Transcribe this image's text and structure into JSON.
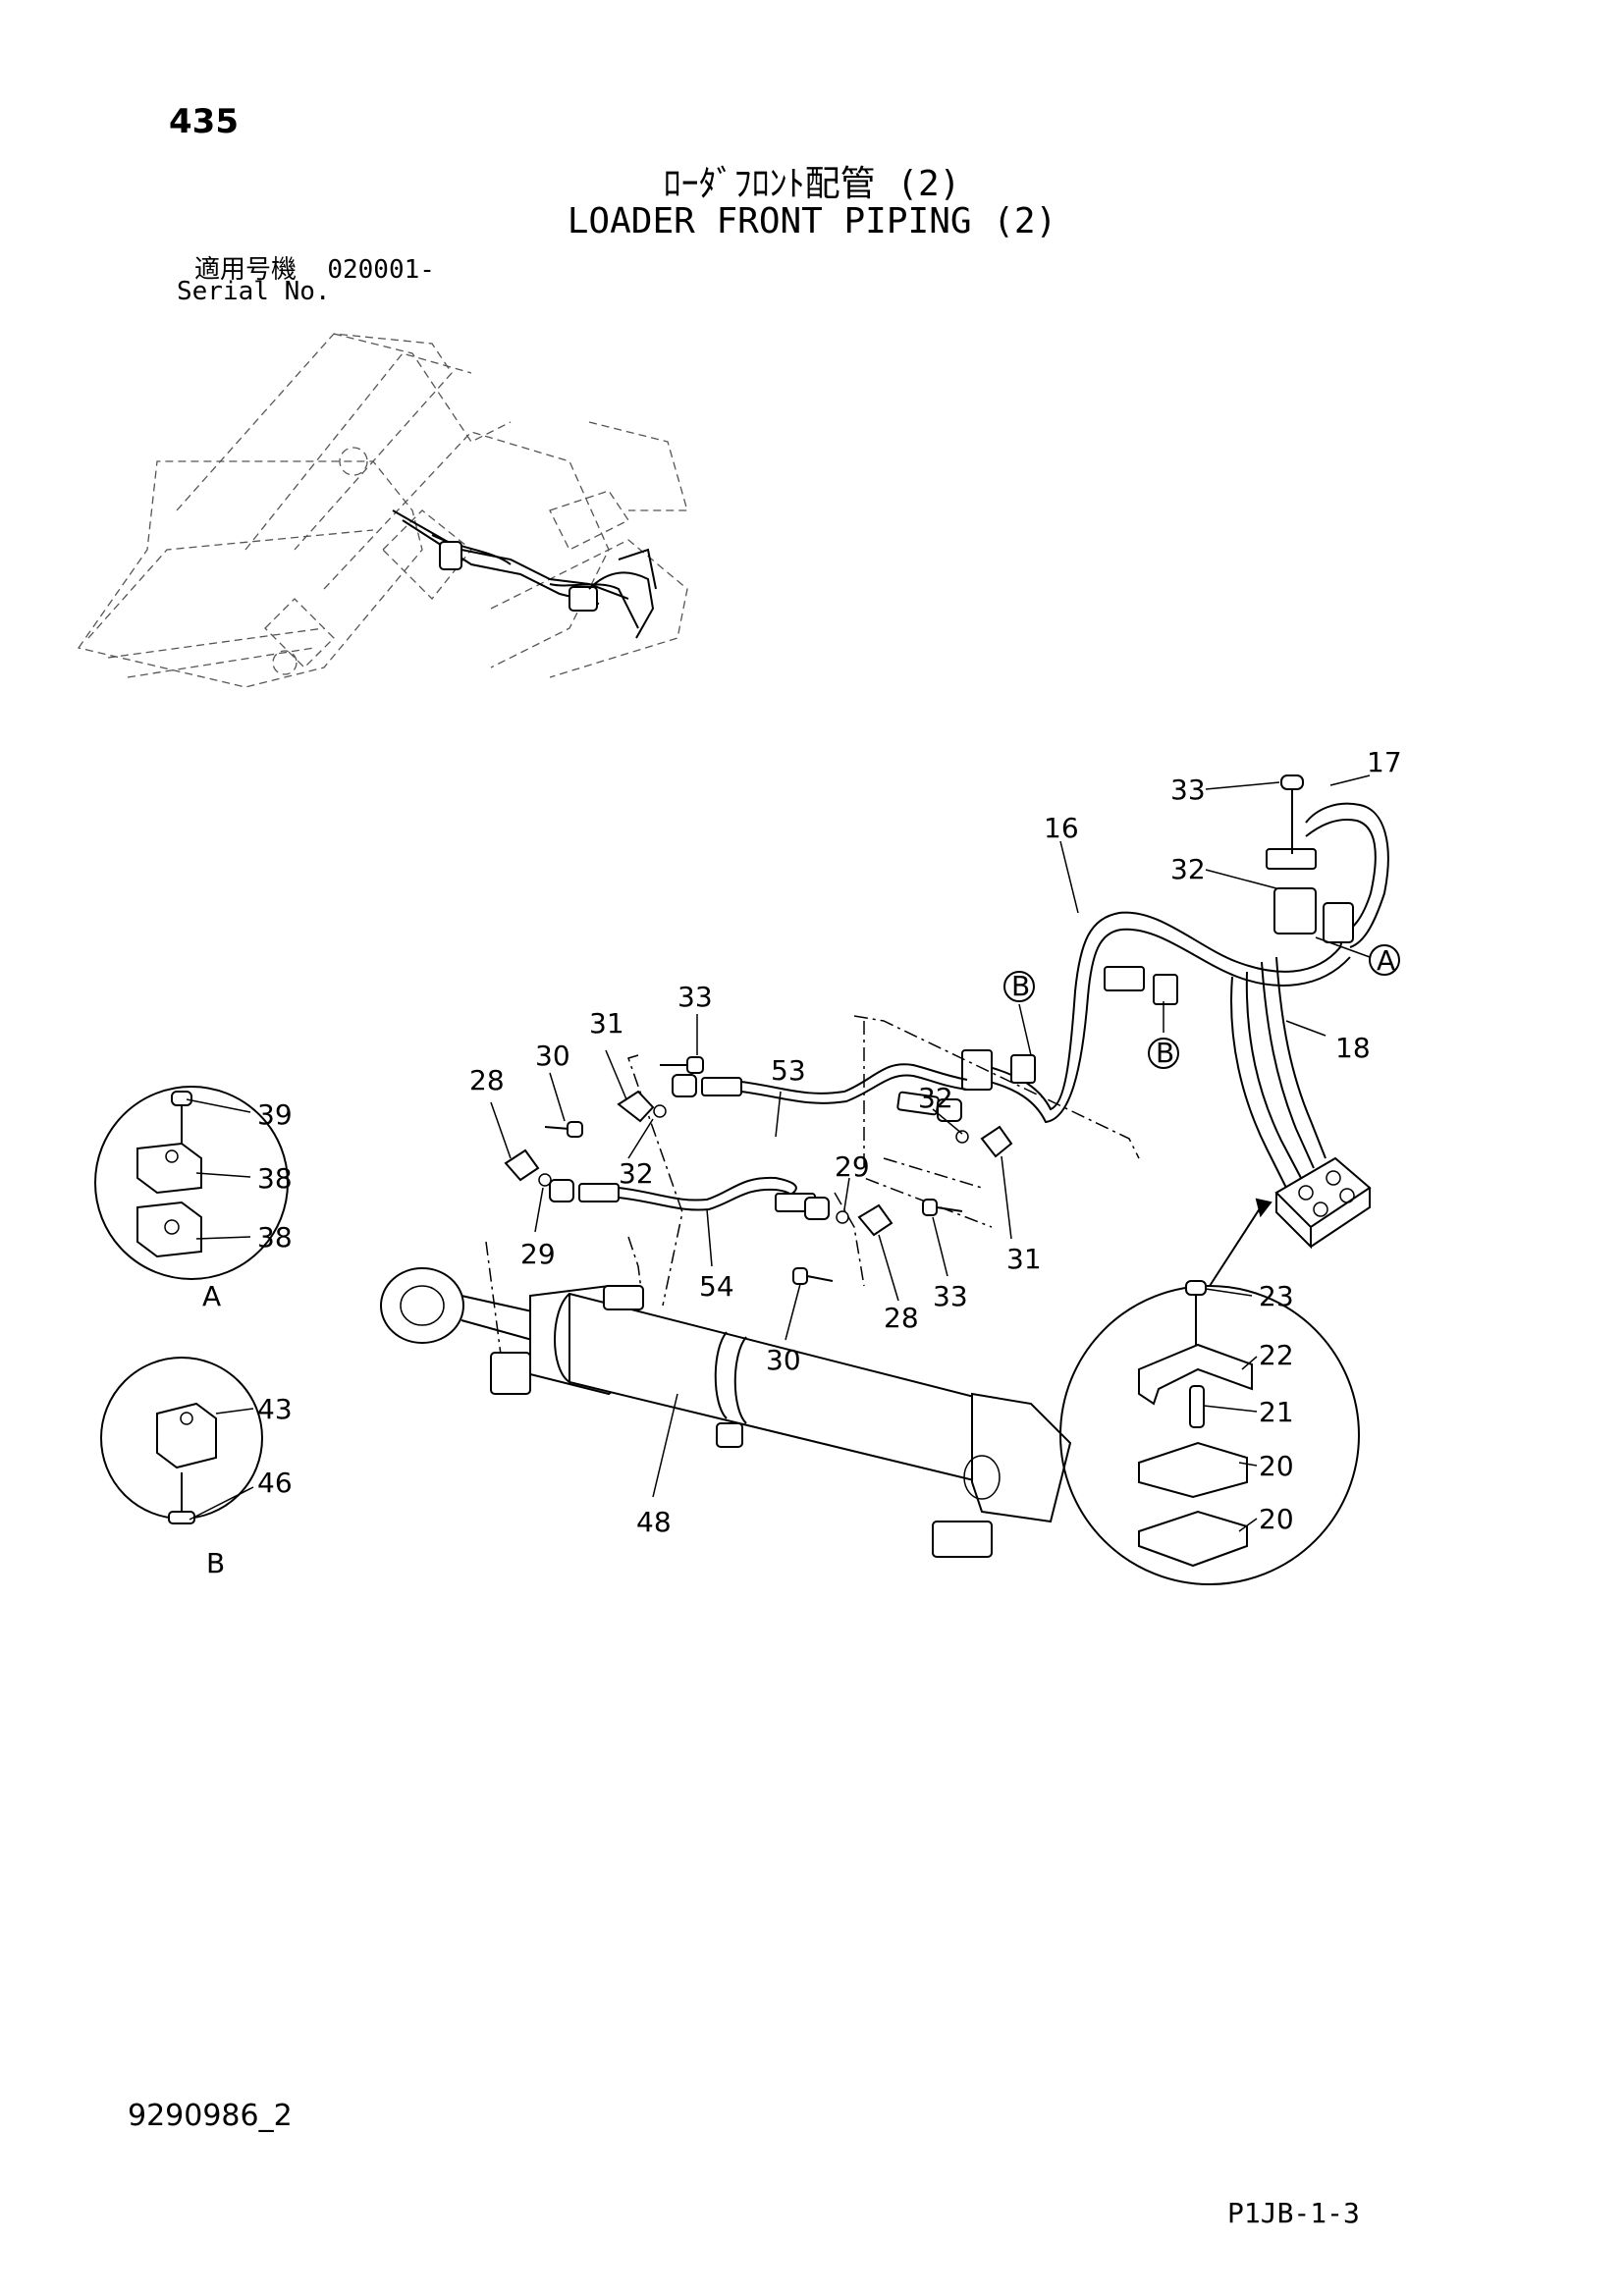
{
  "header": {
    "page_number": "435",
    "title_jp": "ﾛｰﾀﾞﾌﾛﾝﾄ配管 (2)",
    "title_en": "LOADER FRONT PIPING (2)",
    "serial_label_jp": "適用号機",
    "serial_value": "020001-",
    "serial_label_en": "Serial No."
  },
  "footer": {
    "doc_number": "9290986_2",
    "page_code": "P1JB-1-3"
  },
  "callouts": {
    "c17": "17",
    "c33_top": "33",
    "c16": "16",
    "c32_top": "32",
    "cA_main": "A",
    "cB_1": "B",
    "cB_2": "B",
    "c18": "18",
    "c33_mid": "33",
    "c31_left": "31",
    "c53": "53",
    "c28_left": "28",
    "c30_left": "30",
    "c32_left": "32",
    "c32_right": "32",
    "c29_right": "29",
    "c29_left": "29",
    "c54": "54",
    "c31_right": "31",
    "c33_lower": "33",
    "c28_lower": "28",
    "c30_lower": "30",
    "c48": "48",
    "c39": "39",
    "c38_top": "38",
    "c38_bottom": "38",
    "cA_detail": "A",
    "c43": "43",
    "c46": "46",
    "cB_detail": "B",
    "c23": "23",
    "c22": "22",
    "c21": "21",
    "c20_top": "20",
    "c20_bottom": "20"
  }
}
